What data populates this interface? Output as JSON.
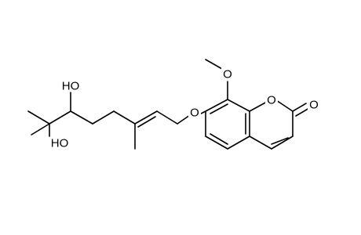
{
  "diagram": {
    "type": "structural-formula",
    "atom_labels": {
      "methoxy_oxygen": "O",
      "ether_oxygen": "O",
      "ring_oxygen": "O",
      "carbonyl_oxygen": "O",
      "hydroxyl_upper": "HO",
      "hydroxyl_lower": "HO"
    }
  }
}
